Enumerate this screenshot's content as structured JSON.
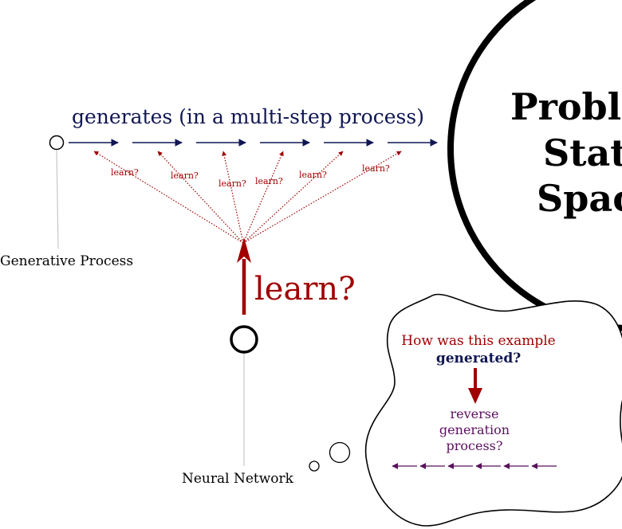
{
  "generative_process": {
    "header": "generates (in a multi-step process)",
    "label": "Generative Process",
    "step_learn_label": "learn?"
  },
  "neural_network": {
    "label": "Neural Network",
    "main_learn_label": "learn?"
  },
  "problem_space": {
    "line1": "Probl",
    "line2": "Stat",
    "line3": "Spac"
  },
  "thought_bubble": {
    "question_line1": "How was this example",
    "question_line2": "generated?",
    "answer_line1": "reverse",
    "answer_line2": "generation",
    "answer_line3": "process?"
  },
  "colors": {
    "navy": "#0f1653",
    "red": "#a00000",
    "purple": "#5a0f5e",
    "gray": "#c8c8c8",
    "black": "#000000"
  }
}
